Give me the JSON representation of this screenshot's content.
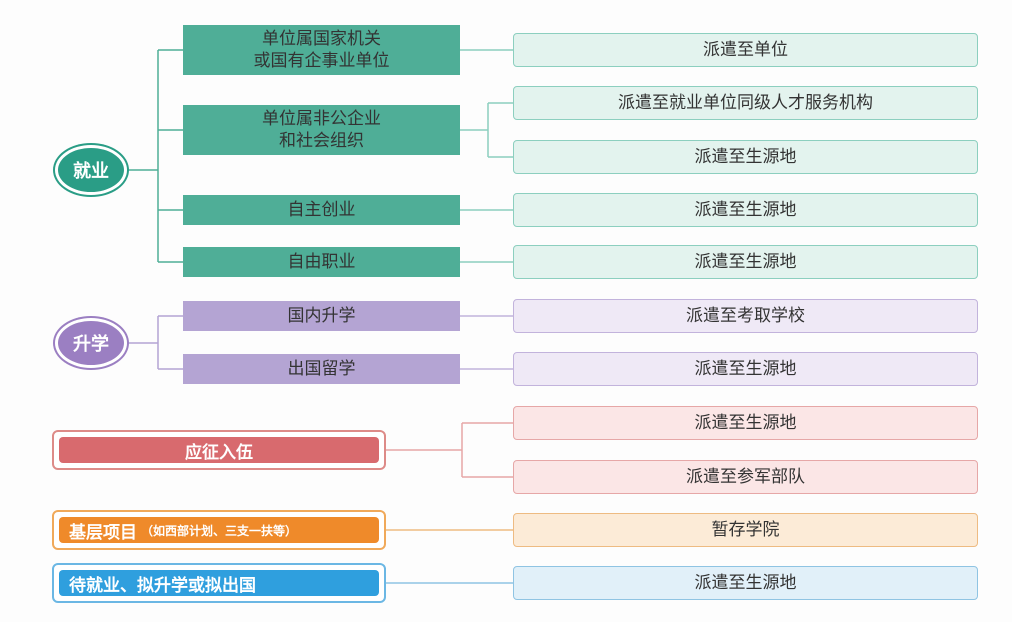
{
  "employment": {
    "label": "就业",
    "items": [
      {
        "label": "单位属国家机关\n或国有企事业单位",
        "results": [
          "派遣至单位"
        ]
      },
      {
        "label": "单位属非公企业\n和社会组织",
        "results": [
          "派遣至就业单位同级人才服务机构",
          "派遣至生源地"
        ]
      },
      {
        "label": "自主创业",
        "results": [
          "派遣至生源地"
        ]
      },
      {
        "label": "自由职业",
        "results": [
          "派遣至生源地"
        ]
      }
    ]
  },
  "further_study": {
    "label": "升学",
    "items": [
      {
        "label": "国内升学",
        "results": [
          "派遣至考取学校"
        ]
      },
      {
        "label": "出国留学",
        "results": [
          "派遣至生源地"
        ]
      }
    ]
  },
  "enlistment": {
    "label": "应征入伍",
    "results": [
      "派遣至生源地",
      "派遣至参军部队"
    ]
  },
  "grassroots": {
    "label": "基层项目",
    "note": "（如西部计划、三支一扶等）",
    "results": [
      "暂存学院"
    ]
  },
  "pending": {
    "label": "待就业、拟升学或拟出国",
    "results": [
      "派遣至生源地"
    ]
  },
  "colors": {
    "green": "#2a9d86",
    "purple": "#9b7fc2",
    "red": "#d86a6e",
    "orange": "#ef8a2a",
    "blue": "#2f9fde"
  }
}
